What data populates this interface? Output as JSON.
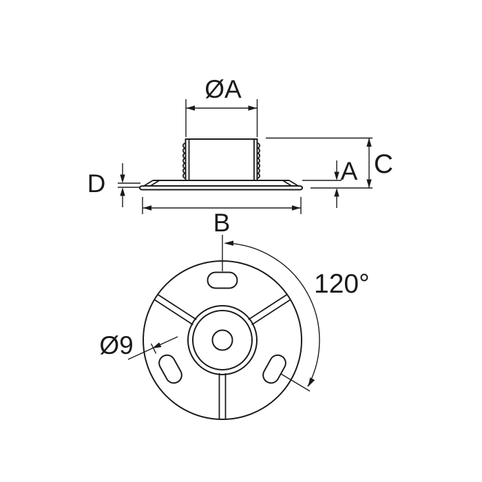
{
  "drawing": {
    "type": "technical-drawing",
    "part": "tube base flange",
    "colors": {
      "line": "#1a1a1a",
      "background": "#ffffff"
    },
    "side_view": {
      "labels": {
        "tube_outer_diameter": "ØA",
        "rim_height": "A",
        "base_diameter": "B",
        "total_height": "C",
        "plate_thickness": "D"
      }
    },
    "plan_view": {
      "labels": {
        "slot_size": "Ø9",
        "slot_spacing_angle": "120°"
      },
      "features": {
        "slot_count": 3,
        "rib_count": 3
      }
    }
  }
}
